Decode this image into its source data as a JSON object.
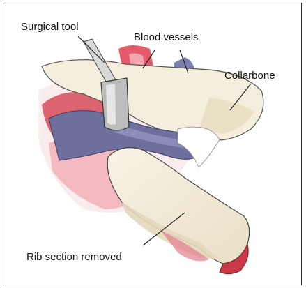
{
  "labels": {
    "surgical_tool": "Surgical tool",
    "blood_vessels": "Blood vessels",
    "collarbone": "Collarbone",
    "rib_section": "Rib section removed"
  },
  "colors": {
    "bone": "#f3ecd9",
    "bone_shadow": "#d9cdb0",
    "muscle_red": "#c8394a",
    "muscle_pink": "#f0b6bd",
    "vessel_blue": "#6f6f9e",
    "tool_gray": "#bfbfbf",
    "outline": "#333333"
  }
}
